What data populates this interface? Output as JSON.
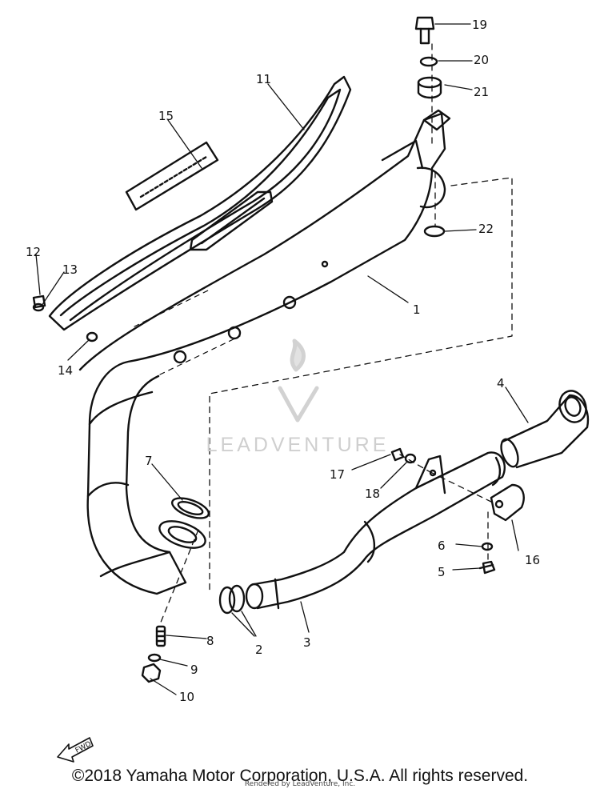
{
  "callouts": [
    {
      "id": "c1",
      "text": "1"
    },
    {
      "id": "c2",
      "text": "2"
    },
    {
      "id": "c3",
      "text": "3"
    },
    {
      "id": "c4",
      "text": "4"
    },
    {
      "id": "c5",
      "text": "5"
    },
    {
      "id": "c6",
      "text": "6"
    },
    {
      "id": "c7",
      "text": "7"
    },
    {
      "id": "c8",
      "text": "8"
    },
    {
      "id": "c9",
      "text": "9"
    },
    {
      "id": "c10",
      "text": "10"
    },
    {
      "id": "c11",
      "text": "11"
    },
    {
      "id": "c12",
      "text": "12"
    },
    {
      "id": "c13",
      "text": "13"
    },
    {
      "id": "c14",
      "text": "14"
    },
    {
      "id": "c15",
      "text": "15"
    },
    {
      "id": "c16",
      "text": "16"
    },
    {
      "id": "c17",
      "text": "17"
    },
    {
      "id": "c18",
      "text": "18"
    },
    {
      "id": "c19",
      "text": "19"
    },
    {
      "id": "c20",
      "text": "20"
    },
    {
      "id": "c21",
      "text": "21"
    },
    {
      "id": "c22",
      "text": "22"
    }
  ],
  "watermark": "LEADVENTURE",
  "fwd_label": "FWD",
  "copyright": "©2018 Yamaha Motor Corporation, U.S.A. All rights reserved.",
  "rendered_by": "Rendered by LeadVenture, Inc."
}
